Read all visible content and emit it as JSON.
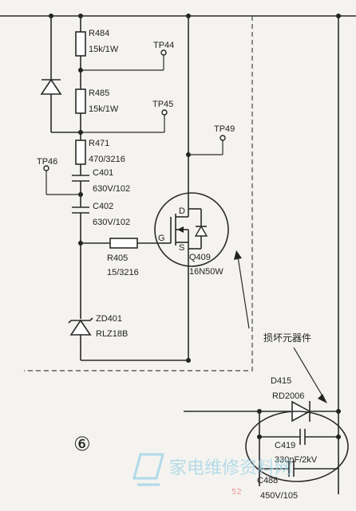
{
  "components": {
    "r484": {
      "ref": "R484",
      "value": "15k/1W"
    },
    "r485": {
      "ref": "R485",
      "value": "15k/1W"
    },
    "r471": {
      "ref": "R471",
      "value": "470/3216"
    },
    "c401": {
      "ref": "C401",
      "value": "630V/102"
    },
    "c402": {
      "ref": "C402",
      "value": "630V/102"
    },
    "r405": {
      "ref": "R405",
      "value": "15/3216"
    },
    "zd401": {
      "ref": "ZD401",
      "value": "RLZ18B"
    },
    "q409": {
      "ref": "Q409",
      "value": "16N50W"
    },
    "d415": {
      "ref": "D415",
      "value": "RD2006"
    },
    "c419": {
      "ref": "C419",
      "value": "330pF/2kV"
    },
    "c488": {
      "ref": "C488",
      "value": "450V/105"
    }
  },
  "test_points": {
    "tp44": "TP44",
    "tp45": "TP45",
    "tp49": "TP49",
    "tp46": "TP46"
  },
  "pins": {
    "gate": "G",
    "drain": "D",
    "source": "S"
  },
  "annotation": "损坏元器件",
  "figure_number": "⑥",
  "watermark": {
    "text": "家电维修资料网",
    "url": "52"
  }
}
